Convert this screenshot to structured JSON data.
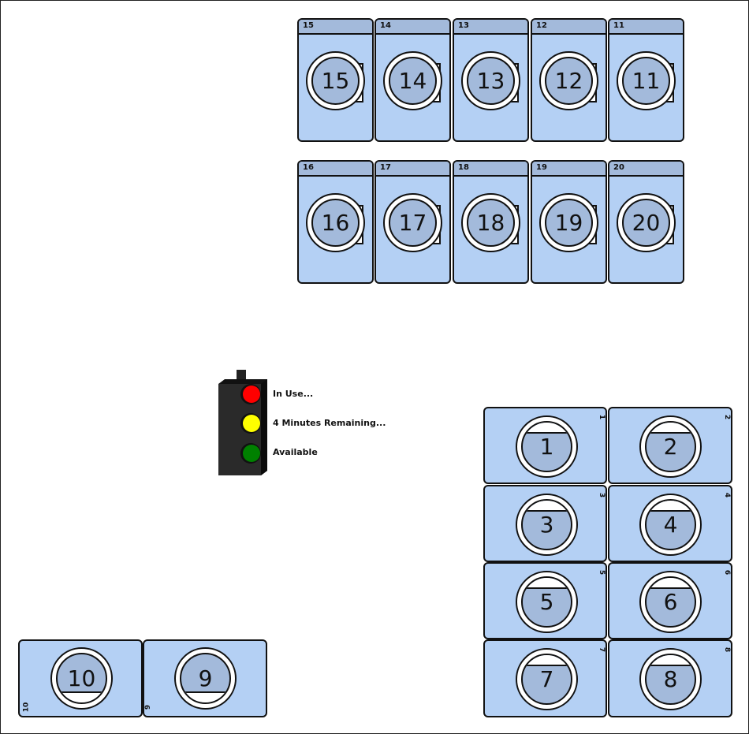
{
  "washers": [
    {
      "id": "15",
      "tag": "15",
      "label": "15"
    },
    {
      "id": "14",
      "tag": "14",
      "label": "14"
    },
    {
      "id": "13",
      "tag": "13",
      "label": "13"
    },
    {
      "id": "12",
      "tag": "12",
      "label": "12"
    },
    {
      "id": "11",
      "tag": "11",
      "label": "11"
    },
    {
      "id": "16",
      "tag": "16",
      "label": "16"
    },
    {
      "id": "17",
      "tag": "17",
      "label": "17"
    },
    {
      "id": "18",
      "tag": "18",
      "label": "18"
    },
    {
      "id": "19",
      "tag": "19",
      "label": "19"
    },
    {
      "id": "20",
      "tag": "20",
      "label": "20"
    }
  ],
  "dryers": [
    {
      "id": "1",
      "tag": "1",
      "label": "1"
    },
    {
      "id": "2",
      "tag": "2",
      "label": "2"
    },
    {
      "id": "3",
      "tag": "3",
      "label": "3"
    },
    {
      "id": "4",
      "tag": "4",
      "label": "4"
    },
    {
      "id": "5",
      "tag": "5",
      "label": "5"
    },
    {
      "id": "6",
      "tag": "6",
      "label": "6"
    },
    {
      "id": "7",
      "tag": "7",
      "label": "7"
    },
    {
      "id": "8",
      "tag": "8",
      "label": "8"
    },
    {
      "id": "10",
      "tag": "10",
      "label": "10"
    },
    {
      "id": "9",
      "tag": "9",
      "label": "9"
    }
  ],
  "legend": {
    "in_use": "In Use...",
    "remaining": "4 Minutes Remaining...",
    "available": "Available"
  },
  "colors": {
    "machine_fill": "#b4d0f4",
    "machine_accent": "#a3badb",
    "light_red": "#ff0000",
    "light_yellow": "#ffff00",
    "light_green": "#008000"
  }
}
